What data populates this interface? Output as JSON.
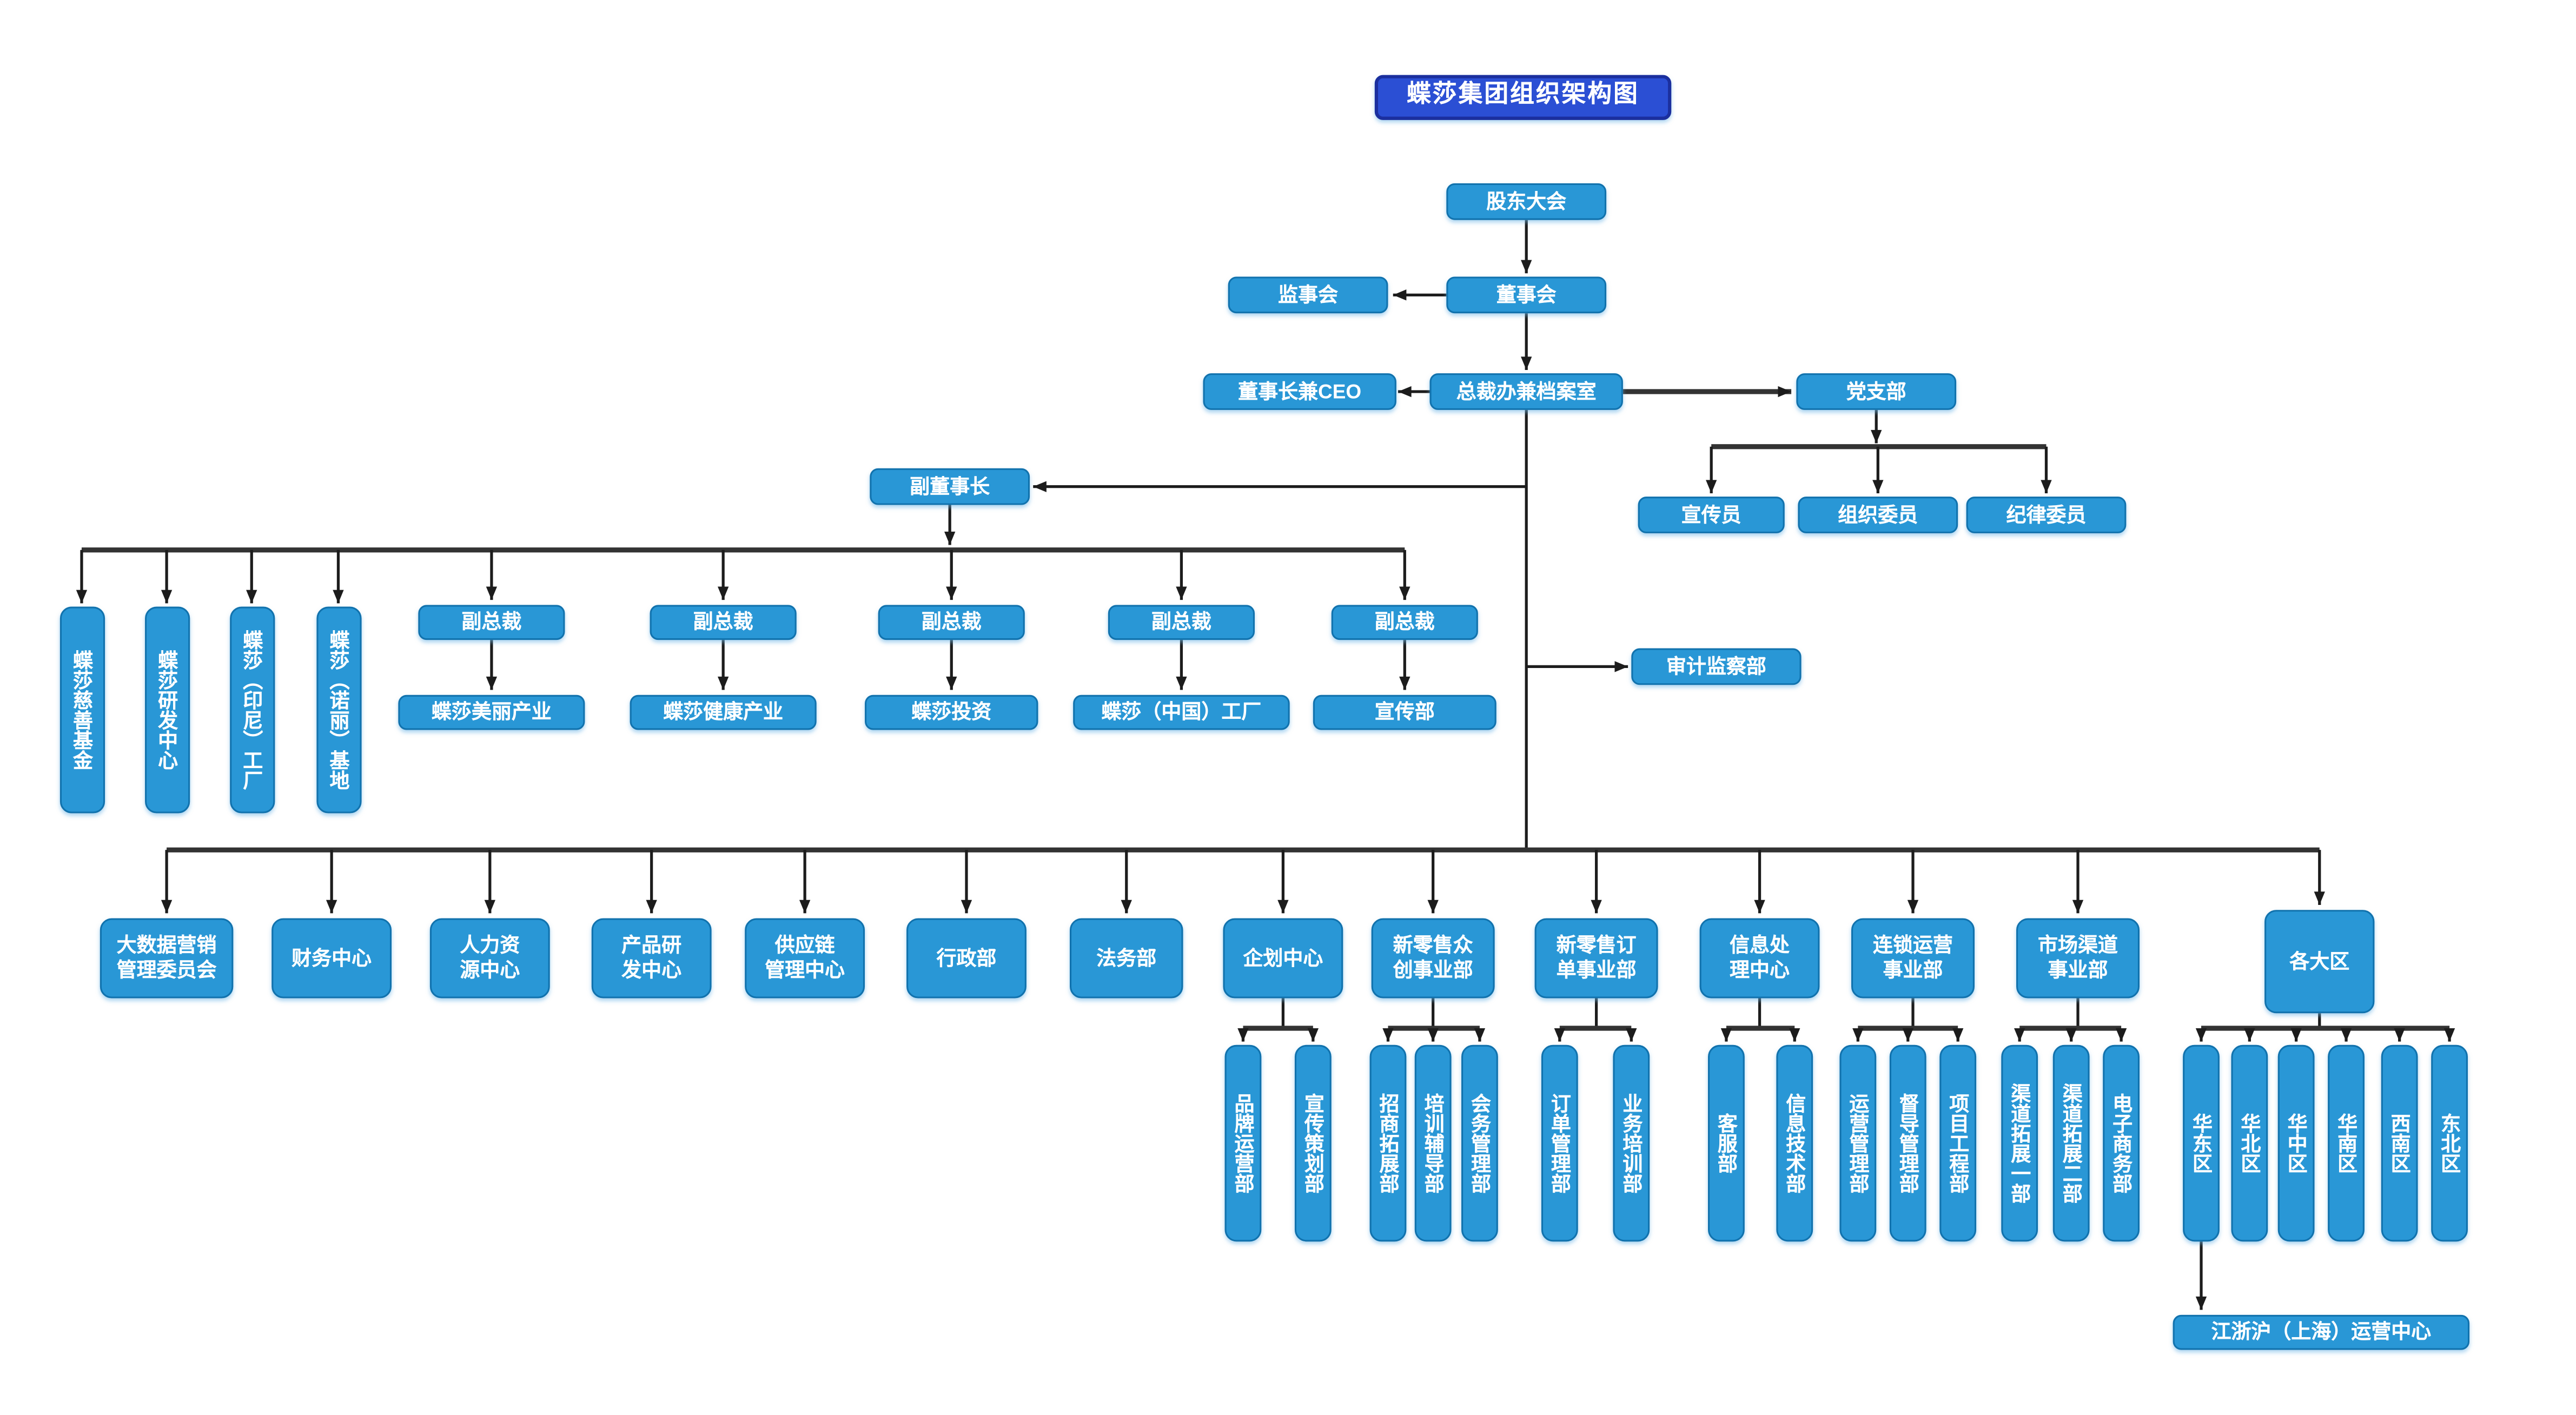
{
  "colors": {
    "node_fill": "#2997d6",
    "node_border": "#1172ad",
    "title_fill": "#2b4fd4",
    "title_border": "#1b2f9e",
    "connector": "#1c1c1c",
    "bar": "#333333",
    "text": "#ffffff",
    "background": "#ffffff"
  },
  "org": {
    "nodes": [
      {
        "id": "chart-title",
        "label": "蝶莎集团组织架构图"
      },
      {
        "id": "shareholders-meeting",
        "label": "股东大会"
      },
      {
        "id": "supervisory-board",
        "label": "监事会"
      },
      {
        "id": "board-of-directors",
        "label": "董事会"
      },
      {
        "id": "chairman-ceo",
        "label": "董事长兼CEO"
      },
      {
        "id": "president-office-archives",
        "label": "总裁办兼档案室"
      },
      {
        "id": "party-branch",
        "label": "党支部"
      },
      {
        "id": "publicity-officer",
        "label": "宣传员"
      },
      {
        "id": "organization-commissioner",
        "label": "组织委员"
      },
      {
        "id": "discipline-commissioner",
        "label": "纪律委员"
      },
      {
        "id": "vice-chairman",
        "label": "副董事长"
      },
      {
        "id": "audit-supervision-dept",
        "label": "审计监察部"
      },
      {
        "id": "charity-fund",
        "label": "蝶莎慈善基金"
      },
      {
        "id": "rd-center",
        "label": "蝶莎研发中心"
      },
      {
        "id": "indonesia-factory",
        "label": "蝶莎（印尼）工厂"
      },
      {
        "id": "noni-base",
        "label": "蝶莎（诺丽）基地"
      },
      {
        "id": "vice-president-1",
        "label": "副总裁"
      },
      {
        "id": "vice-president-2",
        "label": "副总裁"
      },
      {
        "id": "vice-president-3",
        "label": "副总裁"
      },
      {
        "id": "vice-president-4",
        "label": "副总裁"
      },
      {
        "id": "vice-president-5",
        "label": "副总裁"
      },
      {
        "id": "beauty-industry",
        "label": "蝶莎美丽产业"
      },
      {
        "id": "health-industry",
        "label": "蝶莎健康产业"
      },
      {
        "id": "investment",
        "label": "蝶莎投资"
      },
      {
        "id": "china-factory",
        "label": "蝶莎（中国）工厂"
      },
      {
        "id": "publicity-dept",
        "label": "宣传部"
      },
      {
        "id": "bigdata-marketing-committee",
        "label": "大数据营销\n管理委员会"
      },
      {
        "id": "finance-center",
        "label": "财务中心"
      },
      {
        "id": "hr-center",
        "label": "人力资\n源中心"
      },
      {
        "id": "product-rd-center",
        "label": "产品研\n发中心"
      },
      {
        "id": "supply-chain-center",
        "label": "供应链\n管理中心"
      },
      {
        "id": "admin-dept",
        "label": "行政部"
      },
      {
        "id": "legal-dept",
        "label": "法务部"
      },
      {
        "id": "planning-center",
        "label": "企划中心"
      },
      {
        "id": "new-retail-crowd-bu",
        "label": "新零售众\n创事业部"
      },
      {
        "id": "new-retail-order-bu",
        "label": "新零售订\n单事业部"
      },
      {
        "id": "info-processing-center",
        "label": "信息处\n理中心"
      },
      {
        "id": "chain-operation-bu",
        "label": "连锁运营\n事业部"
      },
      {
        "id": "market-channel-bu",
        "label": "市场渠道\n事业部"
      },
      {
        "id": "regions",
        "label": "各大区"
      },
      {
        "id": "brand-operations-dept",
        "label": "品牌运营部"
      },
      {
        "id": "publicity-planning-dept",
        "label": "宣传策划部"
      },
      {
        "id": "merchant-expansion-dept",
        "label": "招商拓展部"
      },
      {
        "id": "training-coaching-dept",
        "label": "培训辅导部"
      },
      {
        "id": "conference-mgmt-dept",
        "label": "会务管理部"
      },
      {
        "id": "order-mgmt-dept",
        "label": "订单管理部"
      },
      {
        "id": "business-training-dept",
        "label": "业务培训部"
      },
      {
        "id": "customer-service-dept",
        "label": "客服部"
      },
      {
        "id": "it-dept",
        "label": "信息技术部"
      },
      {
        "id": "operations-mgmt-dept",
        "label": "运营管理部"
      },
      {
        "id": "supervision-mgmt-dept",
        "label": "督导管理部"
      },
      {
        "id": "project-engineering-dept",
        "label": "项目工程部"
      },
      {
        "id": "channel-expansion-dept-1",
        "label": "渠道拓展一部"
      },
      {
        "id": "channel-expansion-dept-2",
        "label": "渠道拓展二部"
      },
      {
        "id": "ecommerce-dept",
        "label": "电子商务部"
      },
      {
        "id": "east-china-region",
        "label": "华东区"
      },
      {
        "id": "north-china-region",
        "label": "华北区"
      },
      {
        "id": "central-china-region",
        "label": "华中区"
      },
      {
        "id": "south-china-region",
        "label": "华南区"
      },
      {
        "id": "southwest-region",
        "label": "西南区"
      },
      {
        "id": "northeast-region",
        "label": "东北区"
      },
      {
        "id": "jzh-shanghai-operations-center",
        "label": "江浙沪（上海）运营中心"
      }
    ]
  }
}
